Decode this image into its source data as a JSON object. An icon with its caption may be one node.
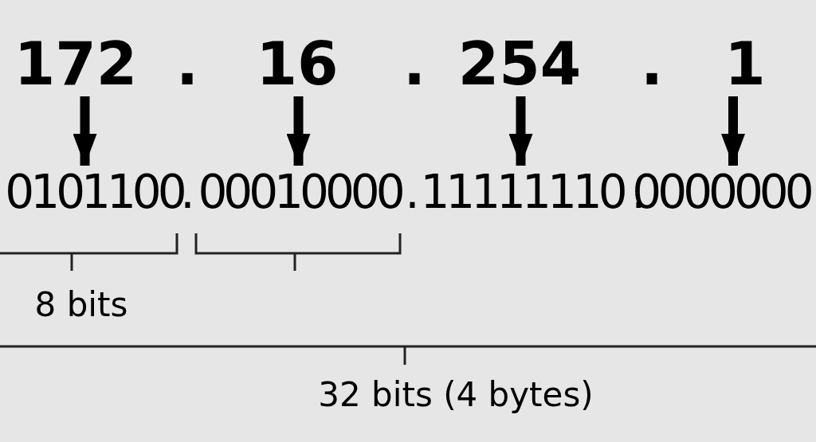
{
  "diagram": {
    "nodes": [
      {
        "text": [
          "172"
        ]
      },
      {
        "text": [
          "16"
        ]
      },
      {
        "text": [
          "254"
        ]
      },
      {
        "text": [
          "1"
        ]
      },
      {
        "text": [
          "0101100"
        ]
      },
      {
        "text": [
          "00010000"
        ]
      },
      {
        "text": [
          "11111110"
        ]
      },
      {
        "text": [
          "0000000"
        ]
      }
    ],
    "edges": [
      {
        "from": 0,
        "to": 4,
        "arrow": "to"
      },
      {
        "from": 1,
        "to": 5,
        "arrow": "to"
      },
      {
        "from": 2,
        "to": 6,
        "arrow": "to"
      },
      {
        "from": 3,
        "to": 7,
        "arrow": "to"
      }
    ],
    "labels": [
      ".",
      ".",
      ".",
      ".",
      ".",
      ".",
      "8 bits",
      "32 bits (4 bytes)"
    ]
  }
}
